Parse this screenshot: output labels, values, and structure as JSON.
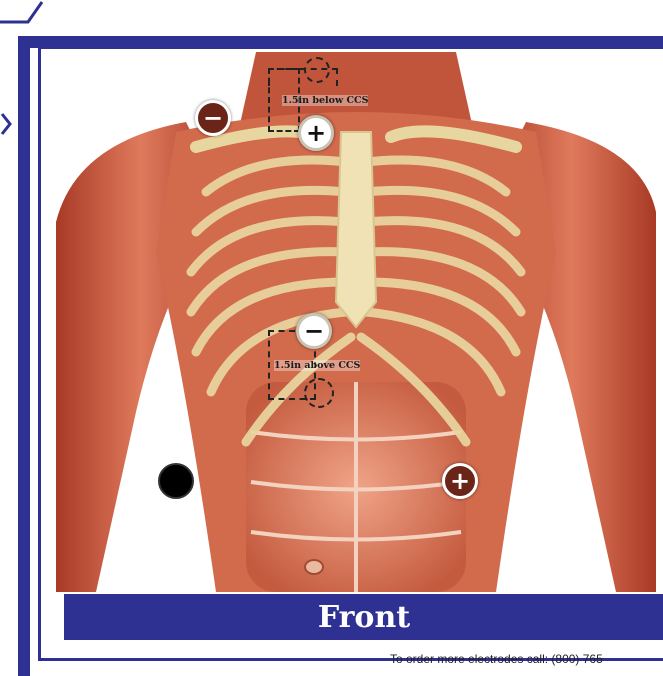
{
  "banner": {
    "title": "Front"
  },
  "annotations": {
    "upper": "1.5in below CCS",
    "lower": "1.5in above CCS"
  },
  "electrodes": {
    "left_shoulder": "−",
    "upper_sternum": "+",
    "lower_sternum": "−",
    "right_abdomen": "+"
  },
  "footer": {
    "text": "To order more electrodes call: (800) 765"
  },
  "colors": {
    "frame": "#2e3192",
    "electrode_brown": "#6b2418",
    "electrode_black": "#000000",
    "muscle": "#c8553d",
    "bone": "#e8d6a0"
  }
}
